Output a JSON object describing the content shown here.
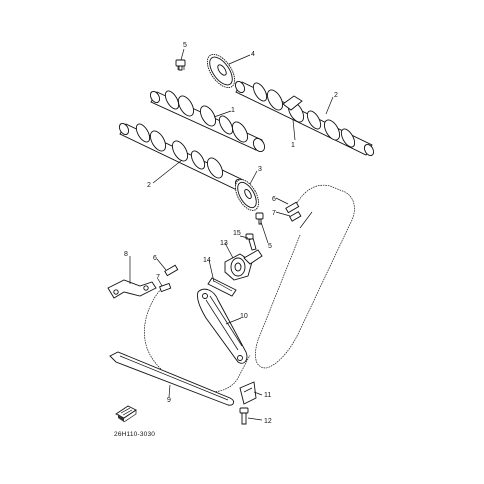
{
  "diagram": {
    "diagram_code": "26H110-3030",
    "callouts": {
      "n1a": "1",
      "n1b": "1",
      "n2a": "2",
      "n2b": "2",
      "n3": "3",
      "n4": "4",
      "n5a": "5",
      "n5b": "5",
      "n6a": "6",
      "n6b": "6",
      "n7a": "7",
      "n7b": "7",
      "n8": "8",
      "n9": "9",
      "n10": "10",
      "n11": "11",
      "n12": "12",
      "n13": "13",
      "n14": "14",
      "n15": "15"
    }
  }
}
